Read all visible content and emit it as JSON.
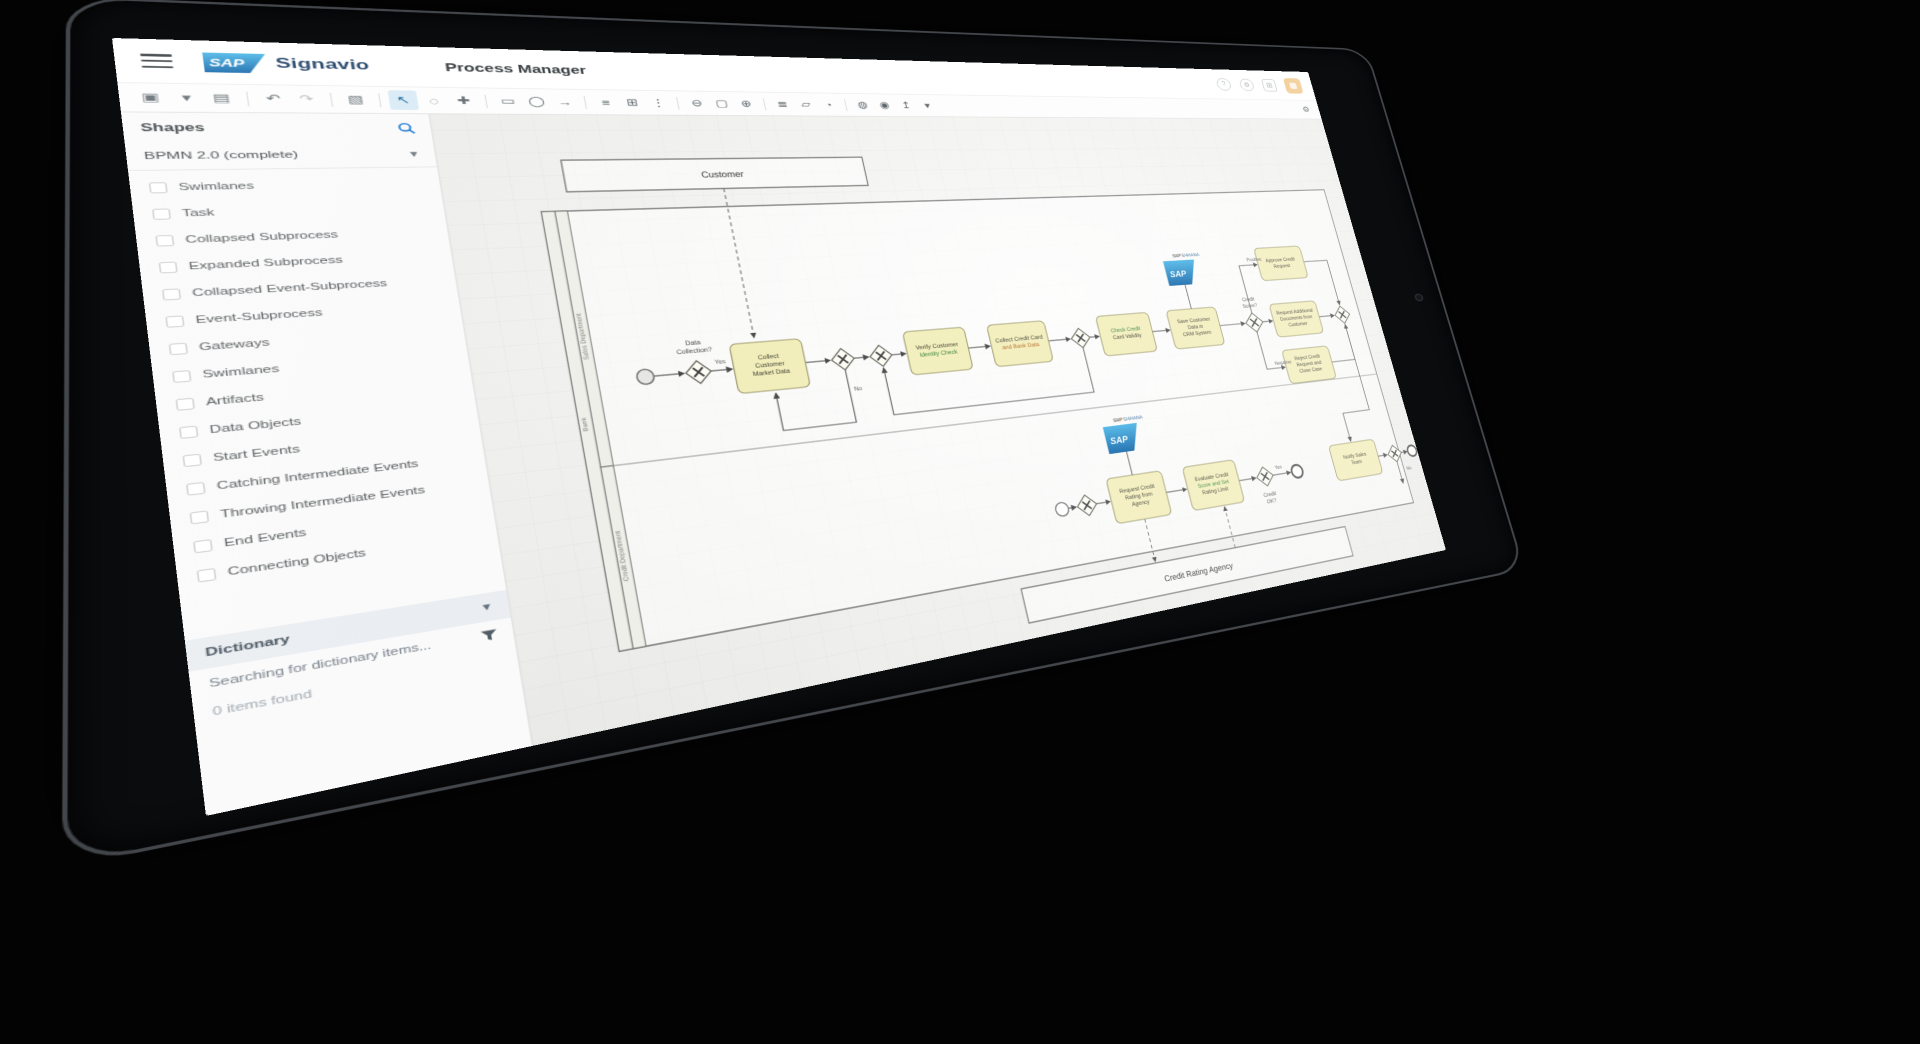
{
  "header": {
    "brand_sap": "SAP",
    "brand_name": "Signavio",
    "app_title": "Process Manager",
    "icons": [
      {
        "name": "help-icon",
        "glyph": "?"
      },
      {
        "name": "settings-icon",
        "glyph": "⚙"
      },
      {
        "name": "apps-grid-icon",
        "glyph": "⊞"
      },
      {
        "name": "user-avatar"
      }
    ],
    "avatar_color": "#e8a33d",
    "accent_blue": "#0a6ed1"
  },
  "toolbar": {
    "icons": [
      {
        "name": "save-icon",
        "glyph": "▣"
      },
      {
        "name": "save-caret-icon",
        "glyph": "▾"
      },
      {
        "name": "print-icon",
        "glyph": "▤"
      },
      {
        "sep": true
      },
      {
        "name": "undo-icon",
        "glyph": "↶"
      },
      {
        "name": "redo-icon",
        "glyph": "↷",
        "muted": true
      },
      {
        "sep": true
      },
      {
        "name": "image-export-icon",
        "glyph": "▧"
      },
      {
        "sep": true
      },
      {
        "name": "select-cursor-icon",
        "glyph": "↖",
        "active": true
      },
      {
        "name": "lasso-icon",
        "glyph": "◌"
      },
      {
        "name": "add-shape-icon",
        "glyph": "✚"
      },
      {
        "sep": true
      },
      {
        "name": "shape-rect-icon",
        "glyph": "▭"
      },
      {
        "name": "shape-ellipse-icon",
        "glyph": "◯"
      },
      {
        "name": "connector-icon",
        "glyph": "→"
      },
      {
        "sep": true
      },
      {
        "name": "align-icon",
        "glyph": "≡"
      },
      {
        "name": "snap-grid-icon",
        "glyph": "⊞"
      },
      {
        "name": "distribute-icon",
        "glyph": "⋮"
      },
      {
        "sep": true
      },
      {
        "name": "zoom-out-icon",
        "glyph": "⊖"
      },
      {
        "name": "zoom-fit-icon",
        "glyph": "▢"
      },
      {
        "name": "zoom-in-icon",
        "glyph": "⊕"
      },
      {
        "sep": true
      },
      {
        "name": "layers-icon",
        "glyph": "≣"
      },
      {
        "name": "comment-icon",
        "glyph": "▱"
      },
      {
        "name": "history-icon",
        "glyph": "◔"
      },
      {
        "sep": true
      },
      {
        "name": "validation-icon",
        "glyph": "◍"
      },
      {
        "name": "attributes-icon",
        "glyph": "◉"
      },
      {
        "name": "share-icon",
        "glyph": "↥"
      },
      {
        "name": "more-icon",
        "glyph": "▾"
      },
      {
        "spacer": true
      },
      {
        "name": "canvas-settings-icon",
        "glyph": "⚙"
      }
    ]
  },
  "sidebar": {
    "shapes_title": "Shapes",
    "palette_dropdown": "BPMN 2.0 (complete)",
    "groups": [
      "Swimlanes",
      "Task",
      "Collapsed Subprocess",
      "Expanded Subprocess",
      "Collapsed Event-Subprocess",
      "Event-Subprocess",
      "Gateways",
      "Swimlanes",
      "Artifacts",
      "Data Objects",
      "Start Events",
      "Catching Intermediate Events",
      "Throwing Intermediate Events",
      "End Events",
      "Connecting Objects"
    ],
    "dictionary": {
      "title": "Dictionary",
      "searching": "Searching for dictionary items...",
      "empty": "0 items found"
    }
  },
  "diagram": {
    "pools": {
      "customer": "Customer",
      "bank": "Bank",
      "lane_top": "Sales Department",
      "lane_bottom": "Credit Department",
      "agency": "Credit Rating Agency"
    },
    "tasks": {
      "collect": {
        "lines": [
          "Collect",
          "Customer",
          "Market Data"
        ]
      },
      "verify": {
        "lines": [
          "Verify Customer",
          "Identity Check"
        ]
      },
      "cards": {
        "lines": [
          "Collect Credit Card",
          "and Bank Data"
        ]
      },
      "validity": {
        "lines": [
          "Check Credit",
          "Card Validity"
        ]
      },
      "save": {
        "lines": [
          "Save Customer",
          "Data in",
          "CRM System"
        ]
      },
      "approve": {
        "lines": [
          "Approve Credit",
          "Request"
        ]
      },
      "docs": {
        "lines": [
          "Request Additional",
          "Documents from",
          "Customer"
        ]
      },
      "reject": {
        "lines": [
          "Reject Credit",
          "Request and",
          "Close Case"
        ]
      },
      "notify": {
        "lines": [
          "Notify Sales",
          "Team"
        ]
      },
      "request_rating": {
        "lines": [
          "Request Credit",
          "Rating from",
          "Agency"
        ]
      },
      "evaluate": {
        "lines": [
          "Evaluate Credit",
          "Score and Set",
          "Rating Limit"
        ]
      }
    },
    "labels": {
      "q1a": "Data",
      "q1b": "Collection?",
      "yes1": "Yes",
      "no1": "No",
      "q2a": "Credit",
      "q2b": "Score?",
      "pos": "Positive",
      "neg": "Negative",
      "q3a": "Credit",
      "q3b": "OK?",
      "yes2": "Yes",
      "no2": "No"
    },
    "badges": {
      "sap": "SAP",
      "system": "SAP S/4HANA"
    },
    "task_fill": "#f2eebb"
  }
}
